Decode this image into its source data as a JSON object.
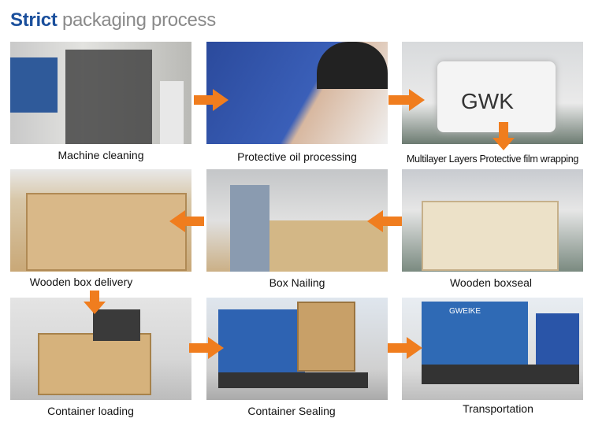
{
  "title": {
    "bold": "Strict",
    "rest": "packaging process"
  },
  "accent": "#f07d1e",
  "title_color": "#1a4f9c",
  "steps": [
    {
      "label": "Machine cleaning"
    },
    {
      "label": "Protective oil processing"
    },
    {
      "label": "Multilayer Layers Protective film wrapping"
    },
    {
      "label": "Wooden boxseal"
    },
    {
      "label": "Box Nailing"
    },
    {
      "label": "Wooden box delivery"
    },
    {
      "label": "Container loading"
    },
    {
      "label": "Container Sealing"
    },
    {
      "label": "Transportation"
    }
  ],
  "photo_text": {
    "wrap": "GWK",
    "container": "GWEIKE"
  }
}
